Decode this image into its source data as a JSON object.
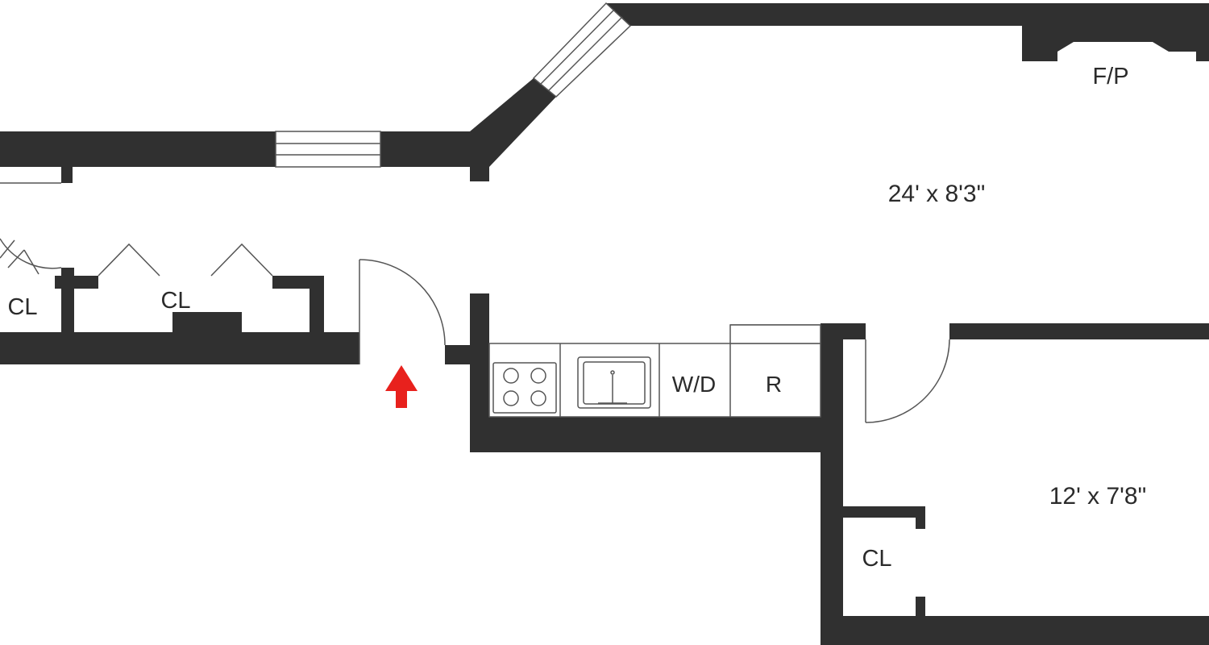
{
  "plan": {
    "colors": {
      "wall": "#303030",
      "background": "#ffffff",
      "thin_line": "#555555",
      "entry_arrow": "#e8211d"
    },
    "rooms": {
      "living": {
        "label": "24' x 8'3\""
      },
      "bedroom": {
        "label": "12' x 7'8\""
      }
    },
    "fireplace": {
      "label": "F/P"
    },
    "closets": {
      "far_left": {
        "label": "CL"
      },
      "hall": {
        "label": "CL"
      },
      "bedroom": {
        "label": "CL"
      }
    },
    "appliances": {
      "stove": {
        "icon": "stove-icon"
      },
      "sink": {
        "icon": "sink-icon"
      },
      "washer_dryer": {
        "label": "W/D"
      },
      "refrigerator": {
        "label": "R"
      }
    },
    "entry": {
      "icon": "entry-arrow-icon"
    }
  }
}
